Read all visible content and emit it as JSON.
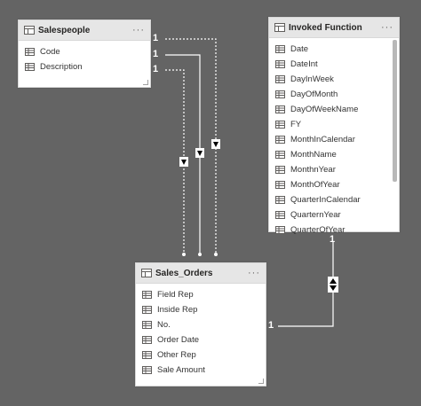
{
  "colors": {
    "canvas_bg": "#646464",
    "card_header_bg": "#e6e6e6",
    "line_color": "#ffffff"
  },
  "tables": {
    "salespeople": {
      "title": "Salespeople",
      "more": "···",
      "fields": [
        "Code",
        "Description"
      ]
    },
    "invoked_function": {
      "title": "Invoked Function",
      "more": "···",
      "fields": [
        "Date",
        "DateInt",
        "DayInWeek",
        "DayOfMonth",
        "DayOfWeekName",
        "FY",
        "MonthInCalendar",
        "MonthName",
        "MonthnYear",
        "MonthOfYear",
        "QuarterInCalendar",
        "QuarternYear",
        "QuarterOfYear"
      ]
    },
    "sales_orders": {
      "title": "Sales_Orders",
      "more": "···",
      "fields": [
        "Field Rep",
        "Inside Rep",
        "No.",
        "Order Date",
        "Other Rep",
        "Sale Amount"
      ]
    }
  },
  "relationships": {
    "rel1_cardinality": "1",
    "rel2_cardinality": "1",
    "rel3_cardinality": "1",
    "rel4_one_end": "1",
    "rel4_other_end": "1"
  }
}
